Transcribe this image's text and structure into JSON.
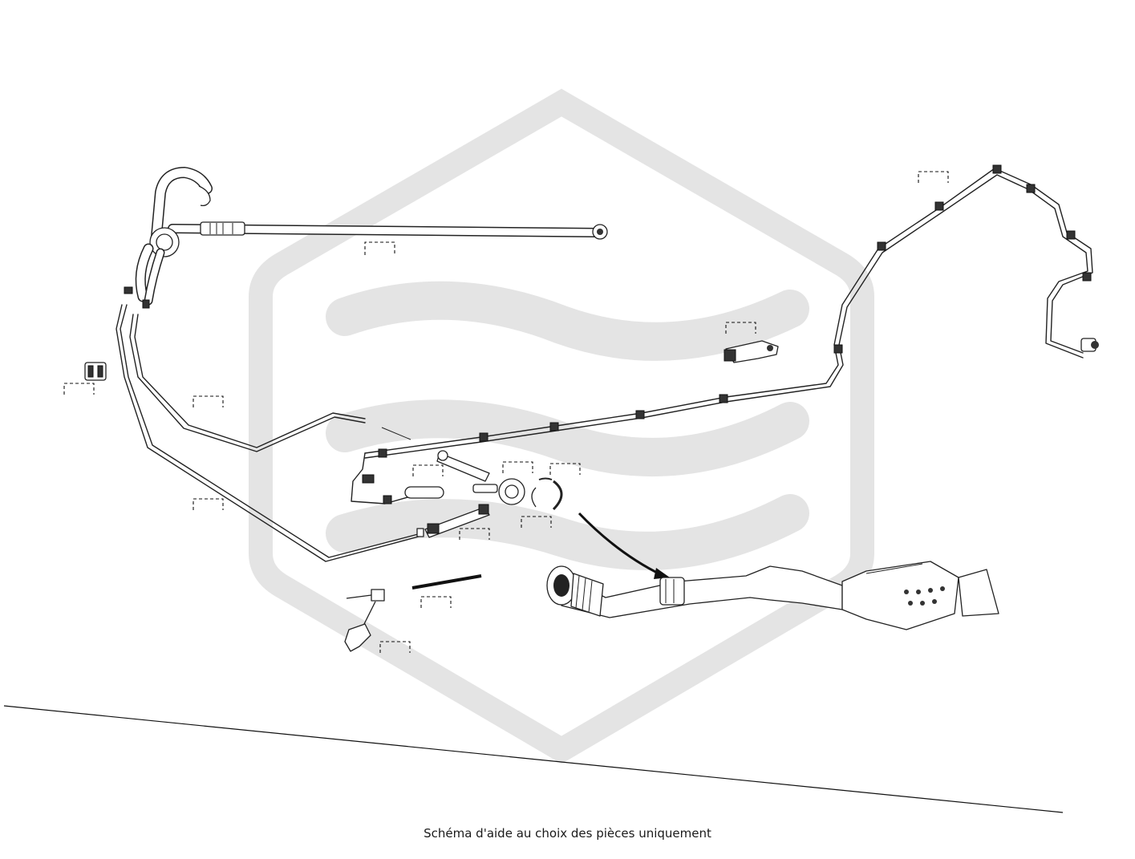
{
  "caption": "Schéma d'aide au choix des pièces uniquement",
  "colors": {
    "line": "#222222",
    "watermark": "#e4e4e4",
    "background": "#ffffff"
  },
  "icons": [
    "watermark-logo",
    "exhaust-catalytic-converter",
    "fuel-line-assembly",
    "brake-line-assembly",
    "direction-arrow"
  ]
}
